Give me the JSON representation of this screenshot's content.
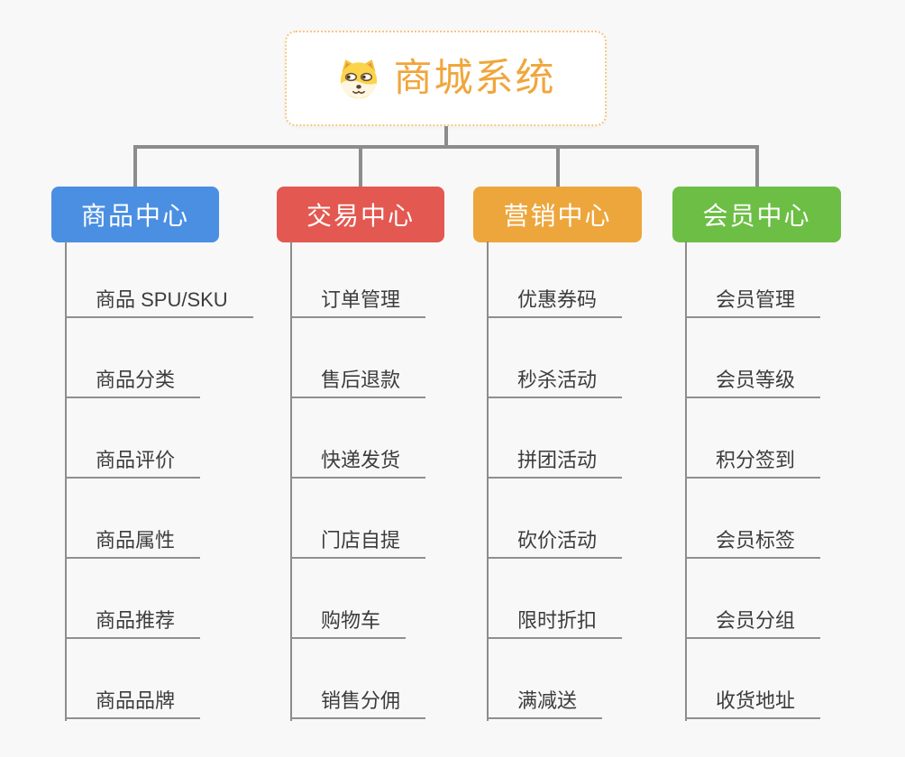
{
  "root": {
    "title": "商城系统",
    "icon": "shiba-dog-face"
  },
  "colors": {
    "page_bg": "#f8f8f8",
    "connector": "#8c8c8c",
    "underline": "#8f8f8f",
    "root_text": "#f0a63c",
    "root_border": "#f6c77f",
    "leaf_text": "#3c3c3c"
  },
  "branches": [
    {
      "label": "商品中心",
      "color": "#4a8fe2",
      "items": [
        "商品 SPU/SKU",
        "商品分类",
        "商品评价",
        "商品属性",
        "商品推荐",
        "商品品牌"
      ]
    },
    {
      "label": "交易中心",
      "color": "#e35850",
      "items": [
        "订单管理",
        "售后退款",
        "快递发货",
        "门店自提",
        "购物车",
        "销售分佣"
      ]
    },
    {
      "label": "营销中心",
      "color": "#eda63c",
      "items": [
        "优惠券码",
        "秒杀活动",
        "拼团活动",
        "砍价活动",
        "限时折扣",
        "满减送"
      ]
    },
    {
      "label": "会员中心",
      "color": "#6dbe45",
      "items": [
        "会员管理",
        "会员等级",
        "积分签到",
        "会员标签",
        "会员分组",
        "收货地址"
      ]
    }
  ]
}
